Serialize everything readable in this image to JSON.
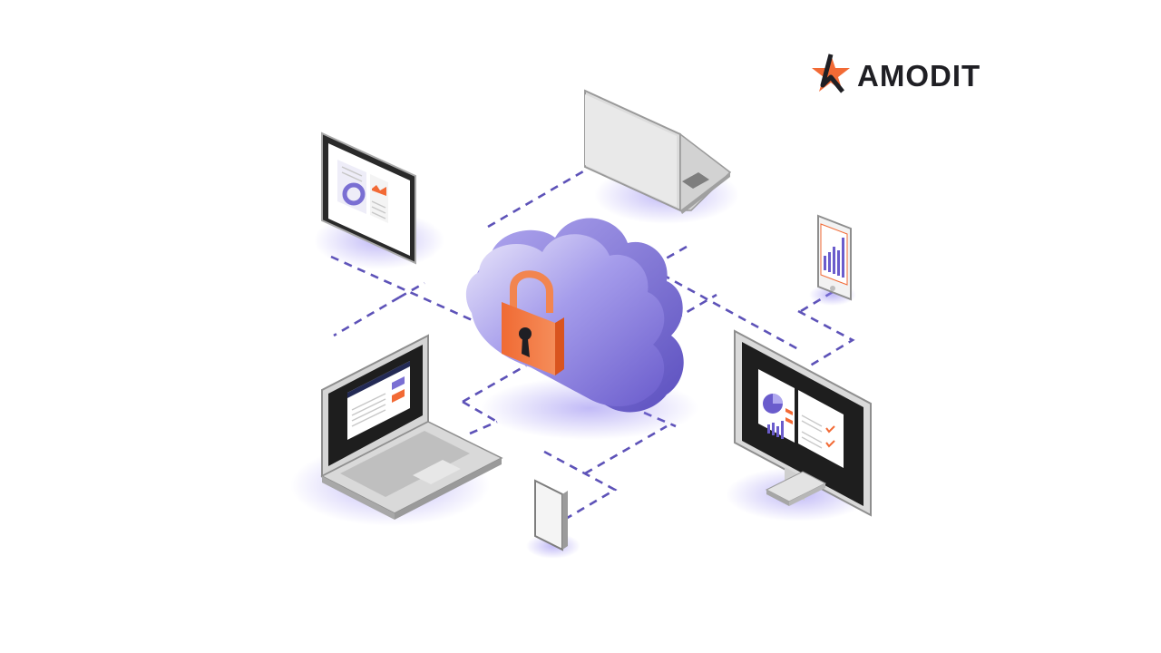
{
  "brand": {
    "name": "AMODIT",
    "mark_icon": "star-arrow-logo-icon"
  },
  "colors": {
    "accent_orange": "#f26a35",
    "cloud_purple": "#7b6fd6",
    "dash_purple": "#5d52b8",
    "device_grey": "#d9d9d9",
    "screen_dark": "#1f1f1f"
  },
  "illustration": {
    "center": "cloud-with-padlock",
    "devices": [
      "tablet",
      "laptop",
      "smartphone",
      "laptop",
      "desktop-monitor",
      "smartphone"
    ]
  }
}
